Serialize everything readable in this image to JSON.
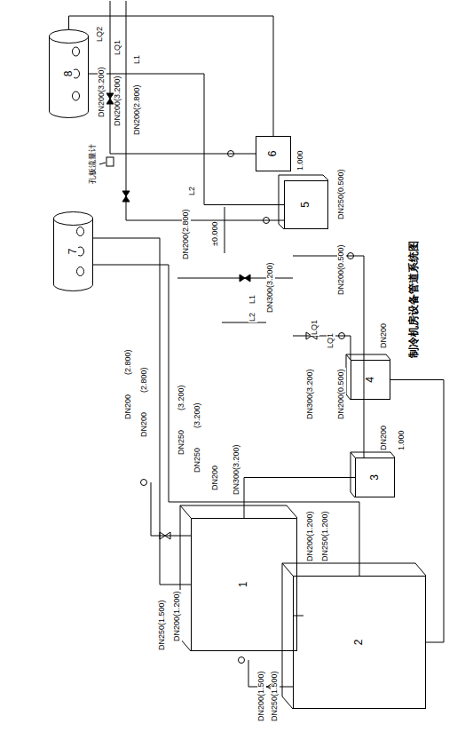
{
  "diagram": {
    "caption": "制冷机房设备管道系统图",
    "nodes": [
      {
        "text": [
          "1"
        ]
      },
      {
        "text": [
          "2"
        ]
      },
      {
        "text": [
          "3"
        ]
      },
      {
        "text": [
          "4"
        ]
      },
      {
        "text": [
          "5"
        ]
      },
      {
        "text": [
          "6"
        ]
      },
      {
        "text": [
          "8"
        ]
      },
      {
        "text": [
          "7"
        ]
      }
    ],
    "edges": [
      {
        "from": 0,
        "to": 7,
        "arrow": "none"
      },
      {
        "from": 1,
        "to": 7,
        "arrow": "none"
      },
      {
        "from": 0,
        "to": 2,
        "arrow": "none"
      },
      {
        "from": 1,
        "to": 3,
        "arrow": "none"
      },
      {
        "from": 4,
        "to": 6,
        "arrow": "none"
      },
      {
        "from": 5,
        "to": 6,
        "arrow": "none"
      }
    ],
    "labels": [
      "孔板流量计",
      "LQ2",
      "DN200(3.200)",
      "LQ1",
      "DN200(3.200)",
      "L1",
      "DN200(2.800)",
      "L2",
      "DN200(2.800)",
      "±0.000",
      "DN300(3.200)",
      "L2",
      "L1",
      "LQ1",
      "LQ1",
      "DN250(0.500)",
      "DN200(0.500)",
      "DN300(3.200)",
      "DN200(0.500)",
      "DN200",
      "DN200",
      "1.000",
      "1.000",
      "DN300(3.200)",
      "DN200",
      "(2.800)",
      "DN200",
      "(2.800)",
      "DN250",
      "(3.200)",
      "DN250",
      "(3.200)",
      "DN200",
      "DN200(1.200)",
      "DN250(1.500)",
      "DN200(1.500)",
      "DN250(1.500)",
      "DN200(1.200)",
      "DN250(1.200)"
    ]
  }
}
